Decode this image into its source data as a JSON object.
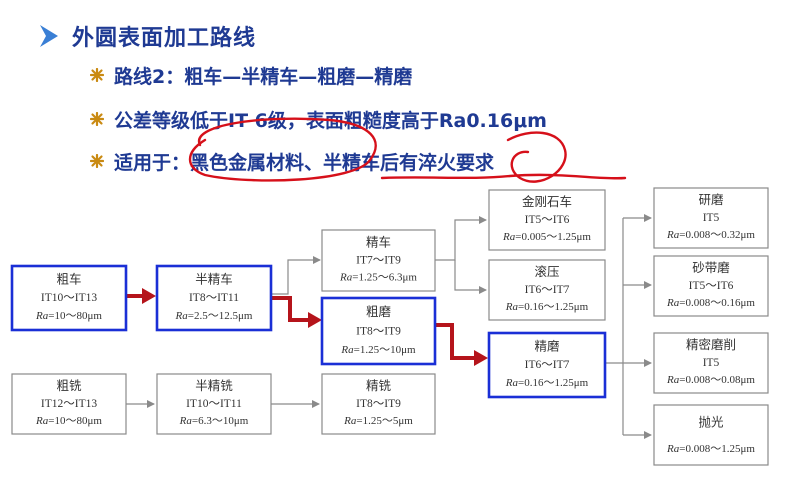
{
  "title": "外圆表面加工路线",
  "bullets": [
    {
      "text": "路线2：粗车—半精车—粗磨—精磨"
    },
    {
      "text": "公差等级低于IT 6级，表面粗糙度高于Ra0.16μm"
    },
    {
      "text": "适用于：黑色金属材料、半精车后有淬火要求"
    }
  ],
  "nodes": {
    "cu_che": {
      "name": "粗车",
      "it": "IT10～IT13",
      "ra_label": "Ra",
      "ra": "=10～80μm"
    },
    "banjing_che": {
      "name": "半精车",
      "it": "IT8～IT11",
      "ra_label": "Ra",
      "ra": "=2.5～12.5μm"
    },
    "jing_che": {
      "name": "精车",
      "it": "IT7～IT9",
      "ra_label": "Ra",
      "ra": "=1.25～6.3μm"
    },
    "cu_mo": {
      "name": "粗磨",
      "it": "IT8～IT9",
      "ra_label": "Ra",
      "ra": "=1.25～10μm"
    },
    "jingang": {
      "name": "金刚石车",
      "it": "IT5～IT6",
      "ra_label": "Ra",
      "ra": "=0.005～1.25μm"
    },
    "gunya": {
      "name": "滚压",
      "it": "IT6～IT7",
      "ra_label": "Ra",
      "ra": "=0.16～1.25μm"
    },
    "jing_mo": {
      "name": "精磨",
      "it": "IT6～IT7",
      "ra_label": "Ra",
      "ra": "=0.16～1.25μm"
    },
    "yan_mo": {
      "name": "研磨",
      "it": "IT5",
      "ra_label": "Ra",
      "ra": "=0.008～0.32μm"
    },
    "shadai_mo": {
      "name": "砂带磨",
      "it": "IT5～IT6",
      "ra_label": "Ra",
      "ra": "=0.008～0.16μm"
    },
    "jingmi_mo": {
      "name": "精密磨削",
      "it": "IT5",
      "ra_label": "Ra",
      "ra": "=0.008～0.08μm"
    },
    "pao_guang": {
      "name": "抛光",
      "it": "",
      "ra_label": "Ra",
      "ra": "=0.008～1.25μm"
    },
    "cu_xi": {
      "name": "粗铣",
      "it": "IT12～IT13",
      "ra_label": "Ra",
      "ra": "=10～80μm"
    },
    "banjing_xi": {
      "name": "半精铣",
      "it": "IT10～IT11",
      "ra_label": "Ra",
      "ra": "=6.3～10μm"
    },
    "jing_xi": {
      "name": "精铣",
      "it": "IT8～IT9",
      "ra_label": "Ra",
      "ra": "=1.25～5μm"
    }
  },
  "colors": {
    "title": "#1f3a93",
    "highlight_border": "#1a2fd6",
    "normal_border": "#8a8a8a",
    "route_arrow": "#b5141b",
    "annotation": "#d6101a",
    "bullet_star": "#c98a12"
  }
}
